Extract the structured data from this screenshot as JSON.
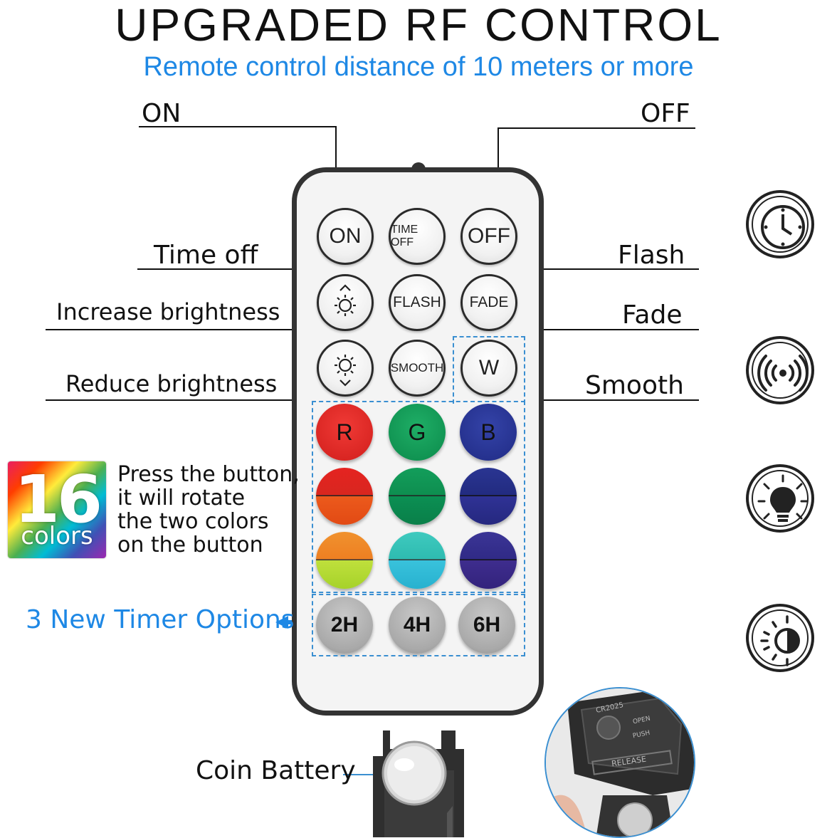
{
  "header": {
    "title": "UPGRADED RF CONTROL",
    "subtitle": "Remote control distance of 10 meters or more"
  },
  "labels": {
    "on": "ON",
    "off": "OFF",
    "time_off": "Time off",
    "flash": "Flash",
    "increase_brightness": "Increase brightness",
    "fade": "Fade",
    "reduce_brightness": "Reduce brightness",
    "smooth": "Smooth",
    "timer_options": "3 New Timer Options",
    "coin_battery": "Coin Battery"
  },
  "badge": {
    "number": "16",
    "word": "colors"
  },
  "description": [
    "Press the button,",
    "it will rotate",
    "the two colors",
    "on the button"
  ],
  "remote": {
    "row1": [
      "ON",
      "TIME OFF",
      "OFF"
    ],
    "row2": [
      "FLASH",
      "FADE"
    ],
    "row3": [
      "SMOOTH",
      "W"
    ],
    "rgb": [
      "R",
      "G",
      "B"
    ],
    "timers": [
      "2H",
      "4H",
      "6H"
    ]
  },
  "battery_photo": {
    "model": "CR2025",
    "open": "OPEN",
    "push": "PUSH",
    "release": "RELEASE"
  },
  "colors": {
    "accent": "#1e88e5",
    "red": "#e52421",
    "green": "#0f9a55",
    "blue": "#283593"
  },
  "icons": [
    "clock-icon",
    "radio-waves-icon",
    "light-bulb-icon",
    "brightness-icon"
  ]
}
